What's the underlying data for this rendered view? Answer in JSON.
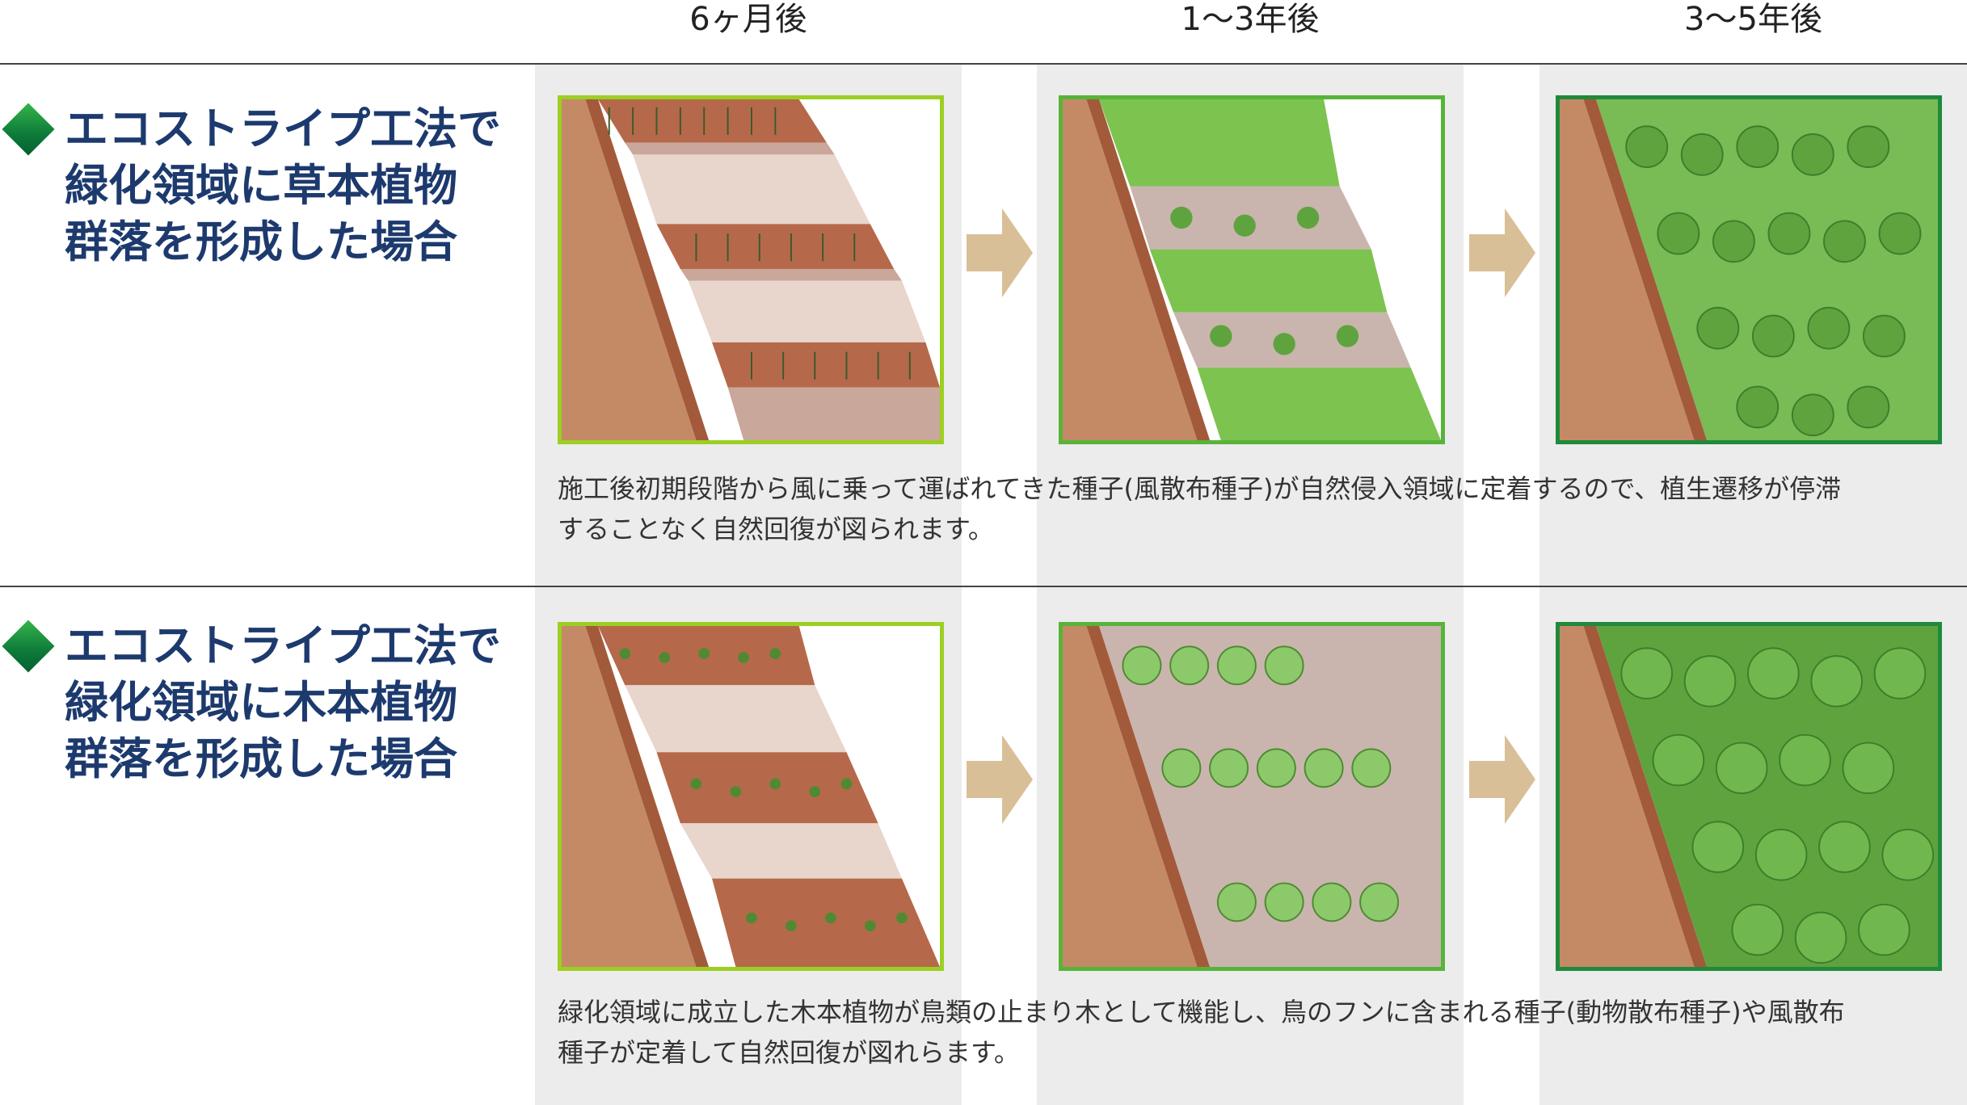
{
  "headers": [
    "6ヶ月後",
    "1〜3年後",
    "3〜5年後"
  ],
  "colors": {
    "title": "#1d3a6e",
    "diamond": "#0d7a3a",
    "arrow": "#d9bf97",
    "column_bg": "#ececec",
    "frame_light": "#9ccf22",
    "frame_mid": "#58b33a",
    "frame_dark": "#1f8a3b",
    "soil": "#c48a66"
  },
  "rows": [
    {
      "title": "エコストライプ工法で\n緑化領域に草本植物\n群落を形成した場合",
      "panels": [
        {
          "icon": "grass-seedling-slope-icon"
        },
        {
          "icon": "grass-growing-slope-icon"
        },
        {
          "icon": "grass-dense-slope-icon"
        }
      ],
      "description": "施工後初期段階から風に乗って運ばれてきた種子(風散布種子)が自然侵入領域に定着するので、植生遷移が停滞\nすることなく自然回復が図られます。"
    },
    {
      "title": "エコストライプ工法で\n緑化領域に木本植物\n群落を形成した場合",
      "panels": [
        {
          "icon": "tree-seedling-slope-icon"
        },
        {
          "icon": "shrub-growing-slope-icon"
        },
        {
          "icon": "forest-dense-slope-icon"
        }
      ],
      "description": "緑化領域に成立した木本植物が鳥類の止まり木として機能し、鳥のフンに含まれる種子(動物散布種子)や風散布\n種子が定着して自然回復が図れらます。"
    }
  ]
}
